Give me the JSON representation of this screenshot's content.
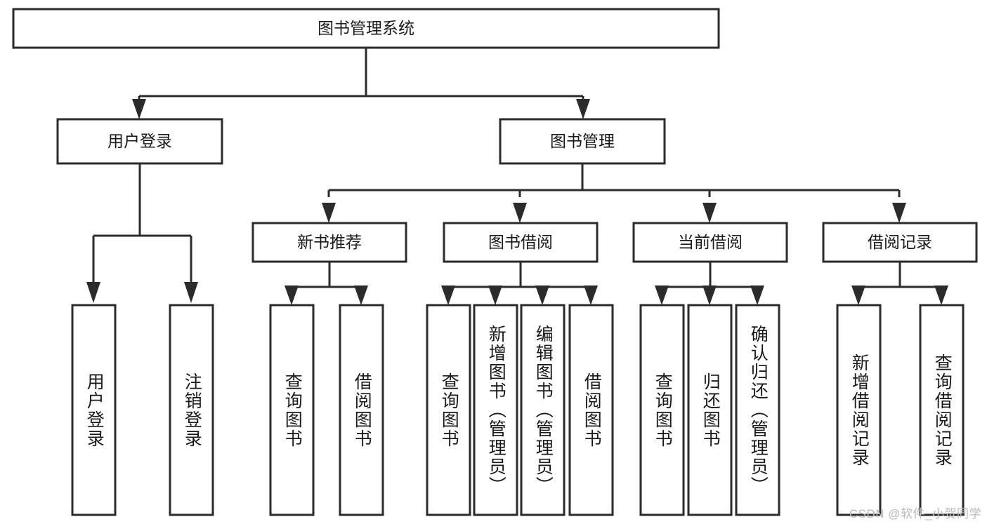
{
  "diagram": {
    "type": "tree-hierarchy",
    "title": "图书管理系统",
    "orientation": "top-down",
    "watermark": "CSDN @软件_小贺同学",
    "colors": {
      "box_stroke": "#2b2b2b",
      "box_fill": "#ffffff",
      "connector": "#2b2b2b",
      "text": "#1a1a1a",
      "background": "#ffffff",
      "watermark": "#b9b9b9"
    },
    "root": {
      "label": "图书管理系统"
    },
    "level2": [
      {
        "label": "用户登录"
      },
      {
        "label": "图书管理"
      }
    ],
    "level3": [
      {
        "label": "新书推荐"
      },
      {
        "label": "图书借阅"
      },
      {
        "label": "当前借阅"
      },
      {
        "label": "借阅记录"
      }
    ],
    "leaves": {
      "user_login": [
        {
          "label": "用户登录"
        },
        {
          "label": "注销登录"
        }
      ],
      "new_book_recommend": [
        {
          "label": "查询图书"
        },
        {
          "label": "借阅图书"
        }
      ],
      "book_borrow": [
        {
          "label": "查询图书"
        },
        {
          "label": "新增图书（管理员）"
        },
        {
          "label": "编辑图书（管理员）"
        },
        {
          "label": "借阅图书"
        }
      ],
      "current_borrow": [
        {
          "label": "查询图书"
        },
        {
          "label": "归还图书"
        },
        {
          "label": "确认归还（管理员）"
        }
      ],
      "borrow_record": [
        {
          "label": "新增借阅记录"
        },
        {
          "label": "查询借阅记录"
        }
      ]
    }
  }
}
